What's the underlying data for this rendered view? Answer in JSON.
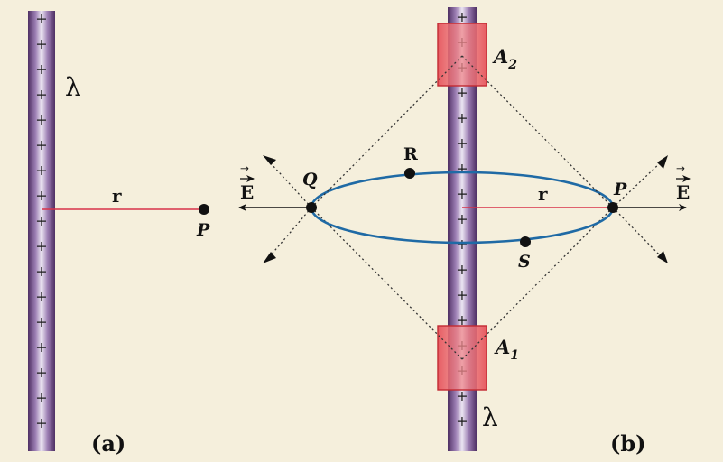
{
  "panel_a": {
    "panel_label": "(a)",
    "charge_density_label": "λ",
    "distance_label": "r",
    "point_label": "P",
    "plus_sign": "+"
  },
  "panel_b": {
    "panel_label": "(b)",
    "charge_density_label": "λ",
    "distance_label": "r",
    "point_p_label": "P",
    "point_q_label": "Q",
    "point_r_label": "R",
    "point_s_label": "S",
    "element_1_label": "A",
    "element_1_subscript": "1",
    "element_2_label": "A",
    "element_2_subscript": "2",
    "field_label_left": "E",
    "field_label_right": "E",
    "vector_arrow": "⃗",
    "plus_sign": "+"
  },
  "colors": {
    "background": "#f5efdc",
    "wire_dark": "#5a3a6e",
    "wire_light": "#e4dcec",
    "distance_line": "#d8324a",
    "circle": "#1f6aa5",
    "element_fill": "#e0545c",
    "element_stroke": "#c22a32",
    "ink": "#111111"
  }
}
